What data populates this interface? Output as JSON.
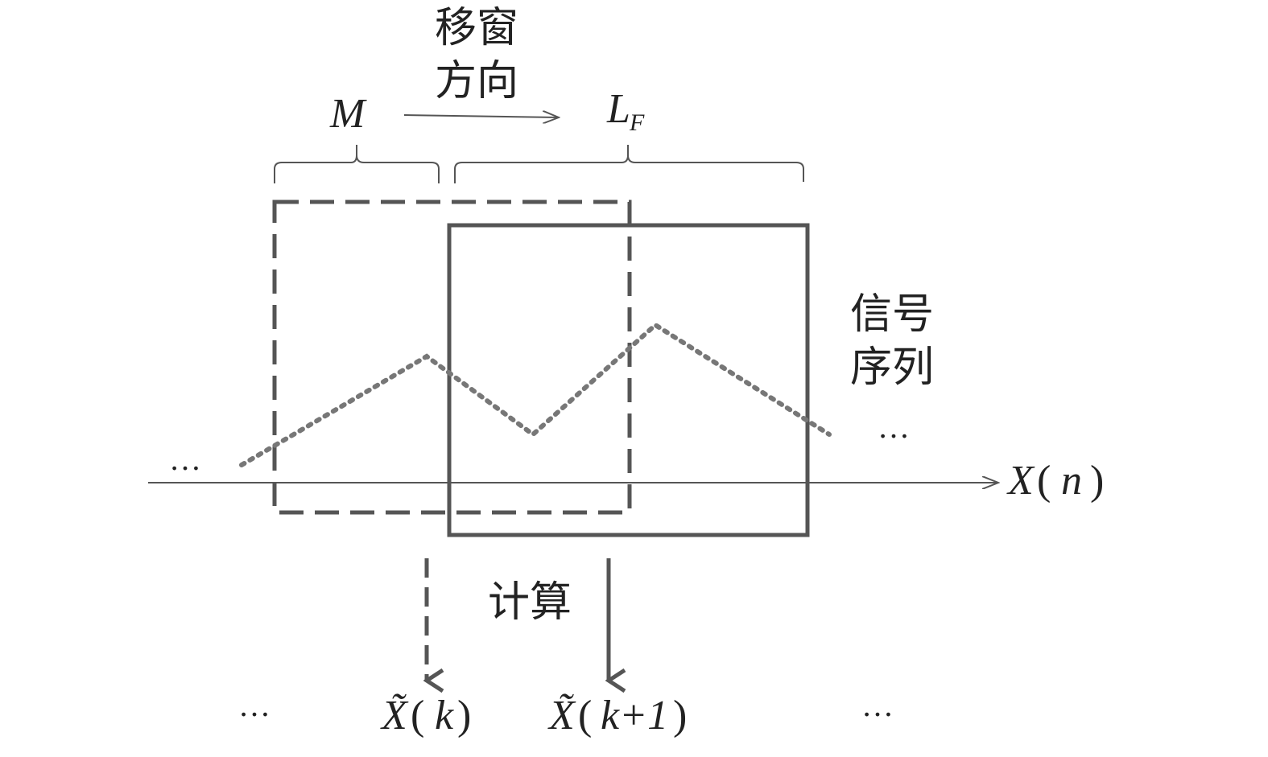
{
  "labels": {
    "direction_line1": "移窗",
    "direction_line2": "方向",
    "window_M": "M",
    "window_L": "L",
    "window_L_sub": "F",
    "signal_line1": "信号",
    "signal_line2": "序列",
    "axis_label_var": "X",
    "axis_label_arg": "n",
    "compute": "计算",
    "ellipsis": "…",
    "output_1_var": "X̃",
    "output_1_arg": "k",
    "output_2_var": "X̃",
    "output_2_arg": "k+1"
  },
  "colors": {
    "line": "#555555",
    "box": "#555555",
    "signal": "#777777",
    "text": "#222222"
  }
}
